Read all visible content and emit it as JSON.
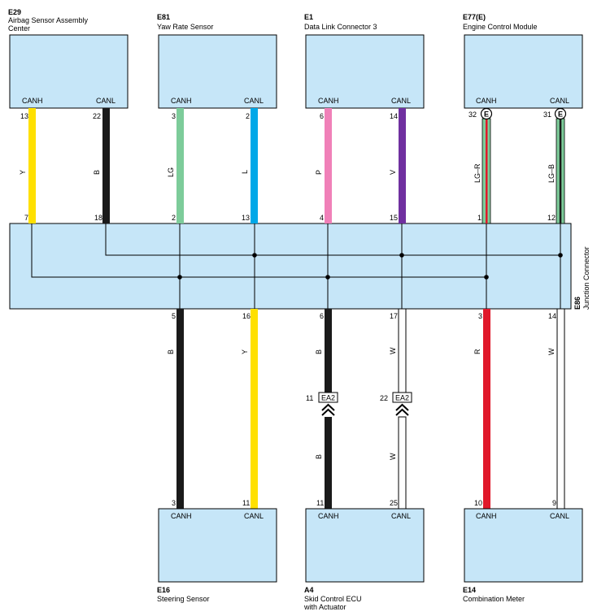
{
  "components_top": [
    {
      "code": "E29",
      "name_lines": [
        "Airbag Sensor Assembly",
        "Center"
      ],
      "pin_h": "CANH",
      "pin_l": "CANL",
      "h_num": "13",
      "l_num": "22",
      "h_color": "Y",
      "l_color": "B"
    },
    {
      "code": "E81",
      "name_lines": [
        "Yaw Rate Sensor"
      ],
      "pin_h": "CANH",
      "pin_l": "CANL",
      "h_num": "3",
      "l_num": "2",
      "h_color": "LG",
      "l_color": "L"
    },
    {
      "code": "E1",
      "name_lines": [
        "Data Link Connector 3"
      ],
      "pin_h": "CANH",
      "pin_l": "CANL",
      "h_num": "6",
      "l_num": "14",
      "h_color": "P",
      "l_color": "V"
    },
    {
      "code": "E77(E)",
      "name_lines": [
        "Engine Control Module"
      ],
      "pin_h": "CANH",
      "pin_l": "CANL",
      "h_num": "32",
      "l_num": "31",
      "h_color": "LG–R",
      "l_color": "LG–B",
      "shield_letter": "E"
    }
  ],
  "junction": {
    "code": "E86",
    "name": "Junction Connector",
    "top_pins": [
      "7",
      "18",
      "2",
      "13",
      "4",
      "15",
      "1",
      "12"
    ],
    "bottom_pins": [
      "5",
      "16",
      "6",
      "17",
      "3",
      "14"
    ]
  },
  "components_bottom": [
    {
      "code": "E16",
      "name_lines": [
        "Steering Sensor"
      ],
      "pin_h": "CANH",
      "pin_l": "CANL",
      "h_num": "3",
      "l_num": "11",
      "h_color": "B",
      "l_color": "Y"
    },
    {
      "code": "A4",
      "name_lines": [
        "Skid Control ECU",
        "with Actuator"
      ],
      "pin_h": "CANH",
      "pin_l": "CANL",
      "h_num": "11",
      "l_num": "25",
      "h_color_upper": "B",
      "l_color_upper": "W",
      "h_color_lower": "B",
      "l_color_lower": "W"
    },
    {
      "code": "E14",
      "name_lines": [
        "Combination Meter"
      ],
      "pin_h": "CANH",
      "pin_l": "CANL",
      "h_num": "10",
      "l_num": "9",
      "h_color": "R",
      "l_color": "W"
    }
  ],
  "connectors_ea2": [
    {
      "pin": "11",
      "label": "EA2"
    },
    {
      "pin": "22",
      "label": "EA2"
    }
  ],
  "colors": {
    "box_fill": "#c6e6f8",
    "yellow": "#ffe000",
    "black": "#1a1a1a",
    "light_green": "#7dcc9a",
    "blue": "#00a8e8",
    "pink": "#f080b8",
    "violet": "#7030a0",
    "red": "#e0182a",
    "white_wire": "#ffffff"
  }
}
